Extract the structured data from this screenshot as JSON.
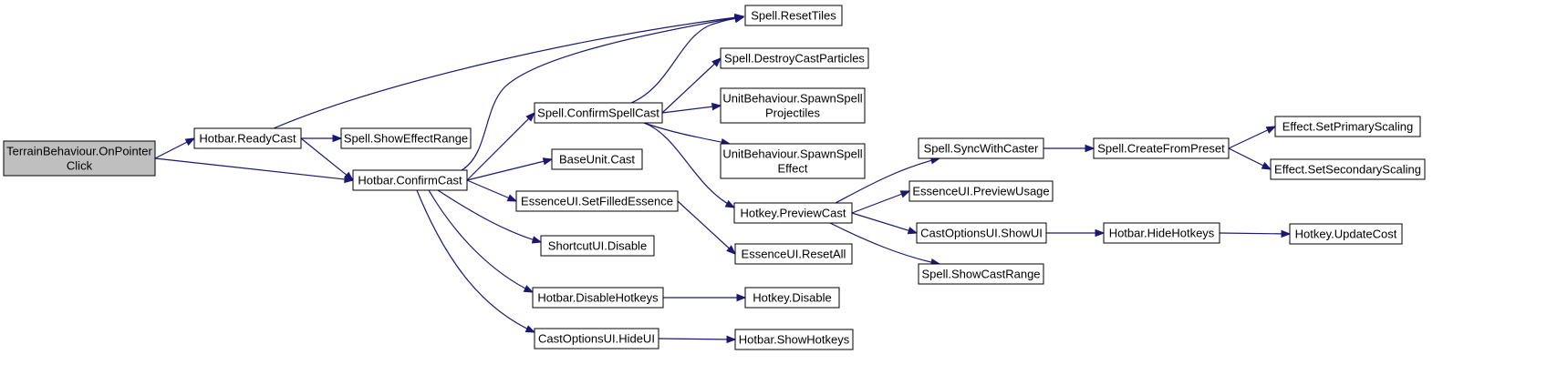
{
  "diagram": {
    "type": "call-graph",
    "colors": {
      "edge": "#191970",
      "root_fill": "#bfbfbf",
      "node_fill": "#ffffff",
      "border": "#000000"
    },
    "nodes": [
      {
        "id": "n0",
        "lines": [
          "TerrainBehaviour.OnPointer",
          "Click"
        ],
        "root": true
      },
      {
        "id": "n1",
        "lines": [
          "Hotbar.ReadyCast"
        ]
      },
      {
        "id": "n2",
        "lines": [
          "Spell.ResetTiles"
        ]
      },
      {
        "id": "n3",
        "lines": [
          "Spell.ShowEffectRange"
        ]
      },
      {
        "id": "n4",
        "lines": [
          "Hotbar.ConfirmCast"
        ]
      },
      {
        "id": "n5",
        "lines": [
          "Spell.ConfirmSpellCast"
        ]
      },
      {
        "id": "n6",
        "lines": [
          "Spell.DestroyCastParticles"
        ]
      },
      {
        "id": "n7",
        "lines": [
          "UnitBehaviour.SpawnSpell",
          "Projectiles"
        ]
      },
      {
        "id": "n8",
        "lines": [
          "UnitBehaviour.SpawnSpell",
          "Effect"
        ]
      },
      {
        "id": "n9",
        "lines": [
          "Hotkey.PreviewCast"
        ]
      },
      {
        "id": "n10",
        "lines": [
          "BaseUnit.Cast"
        ]
      },
      {
        "id": "n11",
        "lines": [
          "EssenceUI.SetFilledEssence"
        ]
      },
      {
        "id": "n12",
        "lines": [
          "EssenceUI.ResetAll"
        ]
      },
      {
        "id": "n13",
        "lines": [
          "ShortcutUI.Disable"
        ]
      },
      {
        "id": "n14",
        "lines": [
          "Hotbar.DisableHotkeys"
        ]
      },
      {
        "id": "n15",
        "lines": [
          "Hotkey.Disable"
        ]
      },
      {
        "id": "n16",
        "lines": [
          "CastOptionsUI.HideUI"
        ]
      },
      {
        "id": "n17",
        "lines": [
          "Hotbar.ShowHotkeys"
        ]
      },
      {
        "id": "n18",
        "lines": [
          "Spell.SyncWithCaster"
        ]
      },
      {
        "id": "n19",
        "lines": [
          "EssenceUI.PreviewUsage"
        ]
      },
      {
        "id": "n20",
        "lines": [
          "CastOptionsUI.ShowUI"
        ]
      },
      {
        "id": "n21",
        "lines": [
          "Spell.ShowCastRange"
        ]
      },
      {
        "id": "n22",
        "lines": [
          "Spell.CreateFromPreset"
        ]
      },
      {
        "id": "n23",
        "lines": [
          "Hotbar.HideHotkeys"
        ]
      },
      {
        "id": "n24",
        "lines": [
          "Effect.SetPrimaryScaling"
        ]
      },
      {
        "id": "n25",
        "lines": [
          "Effect.SetSecondaryScaling"
        ]
      },
      {
        "id": "n26",
        "lines": [
          "Hotkey.UpdateCost"
        ]
      }
    ],
    "edges": [
      [
        "n0",
        "n1"
      ],
      [
        "n0",
        "n4"
      ],
      [
        "n1",
        "n2"
      ],
      [
        "n1",
        "n3"
      ],
      [
        "n1",
        "n4"
      ],
      [
        "n4",
        "n5"
      ],
      [
        "n4",
        "n2"
      ],
      [
        "n4",
        "n10"
      ],
      [
        "n4",
        "n11"
      ],
      [
        "n4",
        "n13"
      ],
      [
        "n4",
        "n14"
      ],
      [
        "n4",
        "n16"
      ],
      [
        "n5",
        "n2"
      ],
      [
        "n5",
        "n6"
      ],
      [
        "n5",
        "n7"
      ],
      [
        "n5",
        "n8"
      ],
      [
        "n5",
        "n9"
      ],
      [
        "n9",
        "n18"
      ],
      [
        "n9",
        "n19"
      ],
      [
        "n9",
        "n20"
      ],
      [
        "n9",
        "n21"
      ],
      [
        "n18",
        "n22"
      ],
      [
        "n22",
        "n24"
      ],
      [
        "n22",
        "n25"
      ],
      [
        "n20",
        "n23"
      ],
      [
        "n23",
        "n26"
      ],
      [
        "n11",
        "n12"
      ],
      [
        "n14",
        "n15"
      ],
      [
        "n16",
        "n17"
      ]
    ]
  }
}
